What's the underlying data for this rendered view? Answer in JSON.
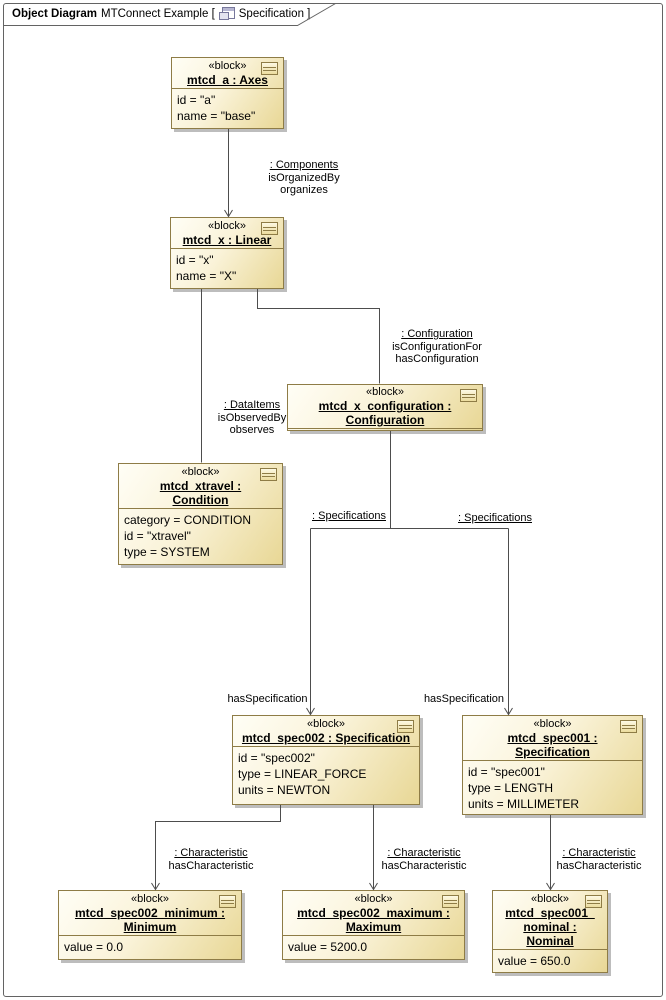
{
  "frame": {
    "kind_label": "Object Diagram",
    "name_label": "MTConnect Example [",
    "ref_label": "Specification ]",
    "icon": "diagram-icon"
  },
  "colors": {
    "block_fill_light": "#FFFEF6",
    "block_fill_dark": "#E8D795",
    "block_border": "#8E7C46",
    "connector": "#4D4D4D",
    "shadow": "#BDBDBD",
    "frame_border": "#636363"
  },
  "blocks": {
    "axes": {
      "stereotype": "«block»",
      "name_lines": [
        "mtcd_a : Axes"
      ],
      "attributes": [
        "id = \"a\"",
        "name = \"base\""
      ],
      "icon": "block-icon"
    },
    "linear": {
      "stereotype": "«block»",
      "name_lines": [
        "mtcd_x : Linear"
      ],
      "attributes": [
        "id = \"x\"",
        "name = \"X\""
      ],
      "icon": "block-icon"
    },
    "configuration": {
      "stereotype": "«block»",
      "name_lines": [
        "mtcd_x_configuration :",
        "Configuration"
      ],
      "attributes": [],
      "icon": "block-icon"
    },
    "condition": {
      "stereotype": "«block»",
      "name_lines": [
        "mtcd_xtravel :",
        "Condition"
      ],
      "attributes": [
        "category = CONDITION",
        "id = \"xtravel\"",
        "type = SYSTEM"
      ],
      "icon": "block-icon"
    },
    "spec002": {
      "stereotype": "«block»",
      "name_lines": [
        "mtcd_spec002 : Specification"
      ],
      "attributes": [
        "id = \"spec002\"",
        "type = LINEAR_FORCE",
        "units = NEWTON"
      ],
      "icon": "block-icon"
    },
    "spec001": {
      "stereotype": "«block»",
      "name_lines": [
        "mtcd_spec001 :",
        "Specification"
      ],
      "attributes": [
        "id = \"spec001\"",
        "type = LENGTH",
        "units = MILLIMETER"
      ],
      "icon": "block-icon"
    },
    "minimum": {
      "stereotype": "«block»",
      "name_lines": [
        "mtcd_spec002_minimum :",
        "Minimum"
      ],
      "attributes": [
        "value = 0.0"
      ],
      "icon": "block-icon"
    },
    "maximum": {
      "stereotype": "«block»",
      "name_lines": [
        "mtcd_spec002_maximum :",
        "Maximum"
      ],
      "attributes": [
        "value = 5200.0"
      ],
      "icon": "block-icon"
    },
    "nominal": {
      "stereotype": "«block»",
      "name_lines": [
        "mtcd_spec001_",
        "nominal :",
        "Nominal"
      ],
      "attributes": [
        "value = 650.0"
      ],
      "icon": "block-icon"
    }
  },
  "edges": {
    "components": {
      "role": ": Components",
      "source_end": "isOrganizedBy",
      "target_end": "organizes"
    },
    "dataitems": {
      "role": ": DataItems",
      "source_end": "isObservedBy",
      "target_end": "observes"
    },
    "configuration": {
      "role": ": Configuration",
      "source_end": "isConfigurationFor",
      "target_end": "hasConfiguration"
    },
    "specifications_left": {
      "role": ": Specifications",
      "target_end": "hasSpecification"
    },
    "specifications_right": {
      "role": ": Specifications",
      "target_end": "hasSpecification"
    },
    "characteristic_minimum": {
      "role": ": Characteristic",
      "target_end": "hasCharacteristic"
    },
    "characteristic_maximum": {
      "role": ": Characteristic",
      "target_end": "hasCharacteristic"
    },
    "characteristic_nominal": {
      "role": ": Characteristic",
      "target_end": "hasCharacteristic"
    }
  }
}
